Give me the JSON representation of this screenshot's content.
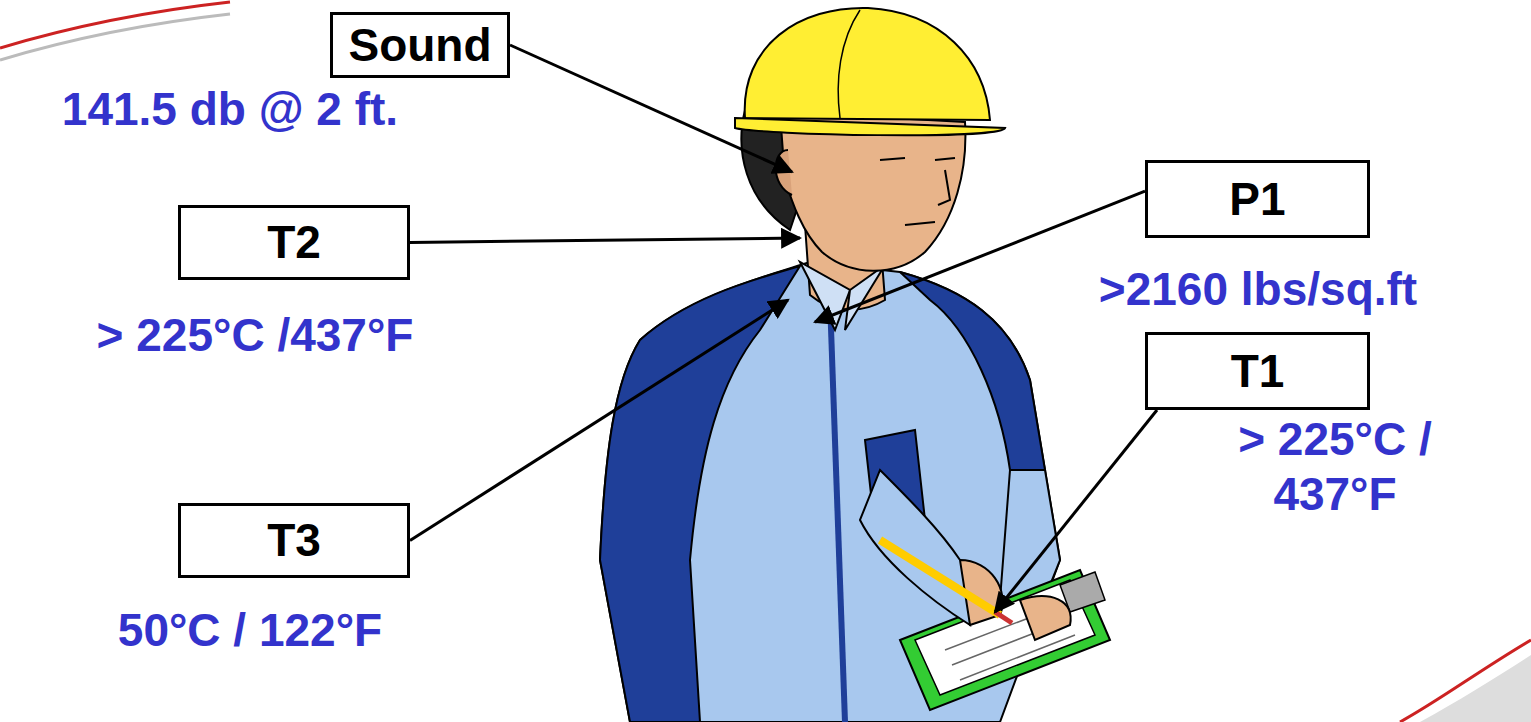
{
  "diagram": {
    "nodes": [
      {
        "text": [
          "Sound"
        ]
      },
      {
        "text": [
          "T2"
        ]
      },
      {
        "text": [
          "T3"
        ]
      },
      {
        "text": [
          "P1"
        ]
      },
      {
        "text": [
          "T1"
        ]
      }
    ],
    "labels": [
      "141.5 db @ 2 ft.",
      "> 225°C /437°F",
      "50°C / 122°F",
      ">2160 lbs/sq.ft",
      "> 225°C / 437°F"
    ]
  }
}
